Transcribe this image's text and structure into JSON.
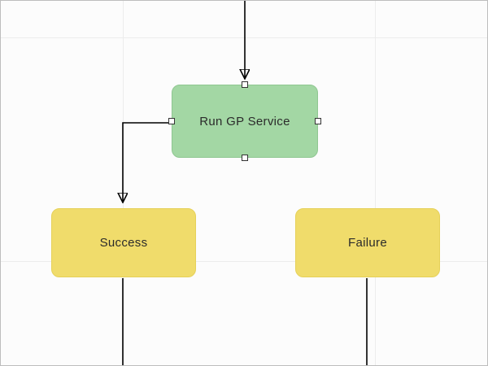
{
  "diagram": {
    "nodes": {
      "run_gp_service": {
        "label": "Run GP Service",
        "fill": "#a3d7a4"
      },
      "success": {
        "label": "Success",
        "fill": "#f0dc6b"
      },
      "failure": {
        "label": "Failure",
        "fill": "#f0dc6b"
      }
    },
    "connectors": [
      {
        "name": "top-into-run-gp-service",
        "direction": "down"
      },
      {
        "name": "run-gp-service-to-success",
        "direction": "left-then-down"
      },
      {
        "name": "success-down",
        "direction": "down"
      },
      {
        "name": "failure-down",
        "direction": "down"
      }
    ],
    "colors": {
      "connector": "#000000",
      "grid": "#ececec",
      "canvas_background": "#fcfcfc",
      "canvas_border": "#bdbdbd",
      "handle_fill": "#ffffff",
      "handle_border": "#333333"
    }
  }
}
